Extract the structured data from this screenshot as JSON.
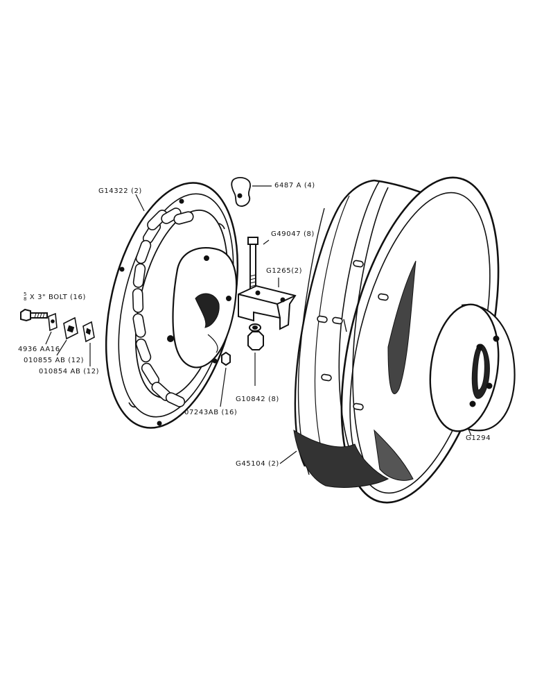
{
  "parts": [
    {
      "id": "wheel_center",
      "label": "G14322 (2)"
    },
    {
      "id": "clamp",
      "label": "6487 A (4)"
    },
    {
      "id": "bolt_long",
      "label": "G49047 (8)"
    },
    {
      "id": "block",
      "label": "G1265(2)"
    },
    {
      "id": "bolt_short_size",
      "label": "X 3\" BOLT (16)",
      "fraction_num": "5",
      "fraction_den": "8"
    },
    {
      "id": "washer_a",
      "label": "4936 AA16"
    },
    {
      "id": "washer_b",
      "label": "010855 AB (12)"
    },
    {
      "id": "washer_c",
      "label": "010854 AB (12)"
    },
    {
      "id": "nut_small",
      "label": "07243AB (16)"
    },
    {
      "id": "nut_large",
      "label": "G10842 (8)"
    },
    {
      "id": "hub_cap",
      "label": "G1294"
    },
    {
      "id": "rim",
      "label": "G45104 (2)"
    }
  ]
}
